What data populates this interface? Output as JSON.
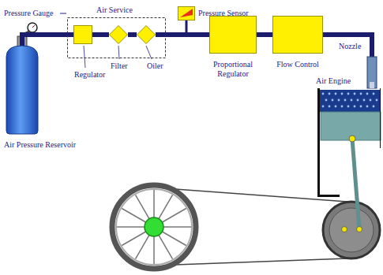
{
  "diagram": {
    "nodes": [
      {
        "text": [
          "Air Pressure Reservoir"
        ]
      },
      {
        "text": [
          "Air Service"
        ]
      },
      {
        "text": [
          "Regulator"
        ],
        "in": 1
      },
      {
        "text": [
          "Filter"
        ],
        "in": 1
      },
      {
        "text": [
          "Oiler"
        ],
        "in": 1
      },
      {
        "text": [
          "Pressure Sensor"
        ]
      },
      {
        "text": [
          "Proportional Regulator"
        ]
      },
      {
        "text": [
          "Flow Control"
        ]
      },
      {
        "text": [
          "Nozzle"
        ]
      },
      {
        "text": [
          "Air Engine"
        ]
      }
    ],
    "edges": [
      {
        "from": 0,
        "to": 2,
        "arrow": "none"
      },
      {
        "from": 2,
        "to": 3,
        "arrow": "none"
      },
      {
        "from": 3,
        "to": 4,
        "arrow": "none"
      },
      {
        "from": 4,
        "to": 6,
        "arrow": "none"
      },
      {
        "from": 6,
        "to": 7,
        "arrow": "none"
      },
      {
        "from": 7,
        "to": 8,
        "arrow": "none"
      }
    ],
    "labels": [
      "Pressure Gauge"
    ]
  }
}
